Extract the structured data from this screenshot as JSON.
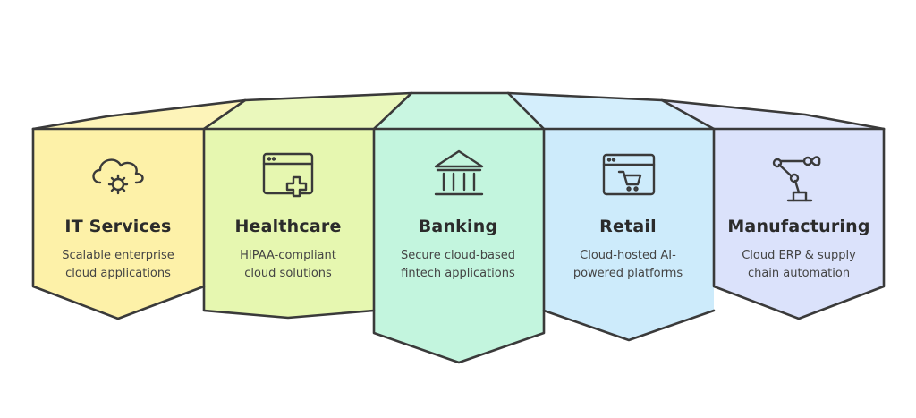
{
  "segments": [
    {
      "title": "IT Services",
      "description_line1": "Scalable enterprise",
      "description_line2": "cloud applications",
      "icon": "cloud-gear-icon",
      "fill": "#fdf1a8"
    },
    {
      "title": "Healthcare",
      "description_line1": "HIPAA-compliant",
      "description_line2": "cloud solutions",
      "icon": "medical-window-icon",
      "fill": "#e6f7b0"
    },
    {
      "title": "Banking",
      "description_line1": "Secure cloud-based",
      "description_line2": "fintech applications",
      "icon": "bank-building-icon",
      "fill": "#c3f5de"
    },
    {
      "title": "Retail",
      "description_line1": "Cloud-hosted AI-",
      "description_line2": "powered platforms",
      "icon": "shopping-cart-window-icon",
      "fill": "#cdebfb"
    },
    {
      "title": "Manufacturing",
      "description_line1": "Cloud ERP & supply",
      "description_line2": "chain automation",
      "icon": "robotic-arm-icon",
      "fill": "#dbe2fb"
    }
  ]
}
